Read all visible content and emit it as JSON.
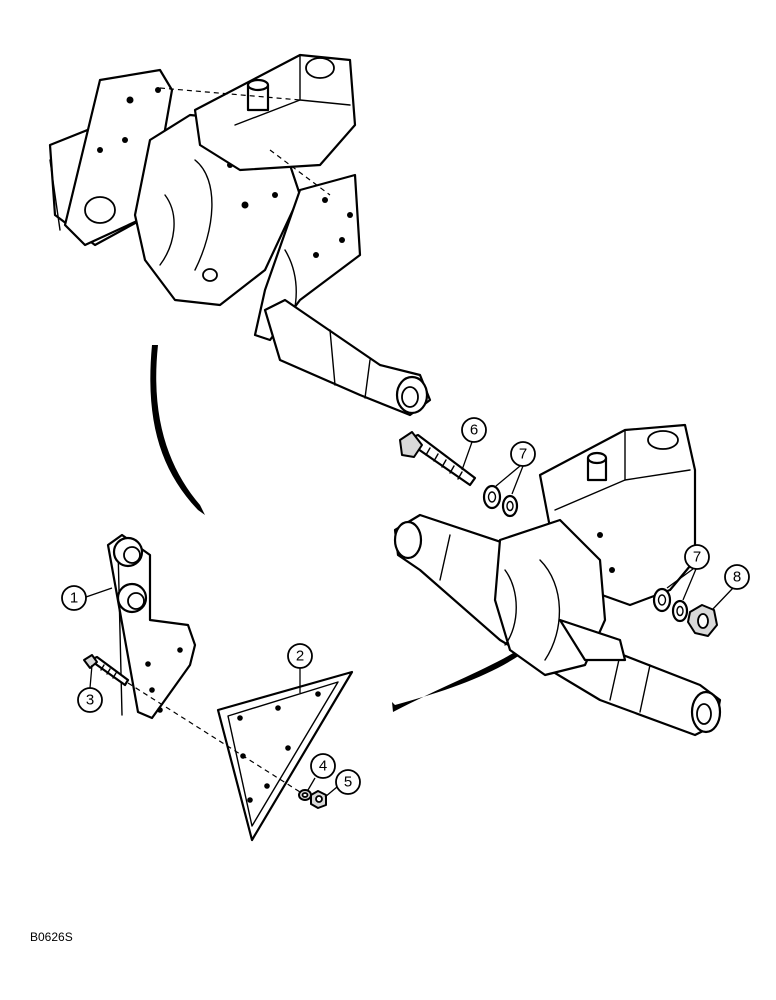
{
  "figure_code": "B0626S",
  "callouts": [
    "1",
    "2",
    "3",
    "4",
    "5",
    "6",
    "7",
    "7",
    "8"
  ]
}
